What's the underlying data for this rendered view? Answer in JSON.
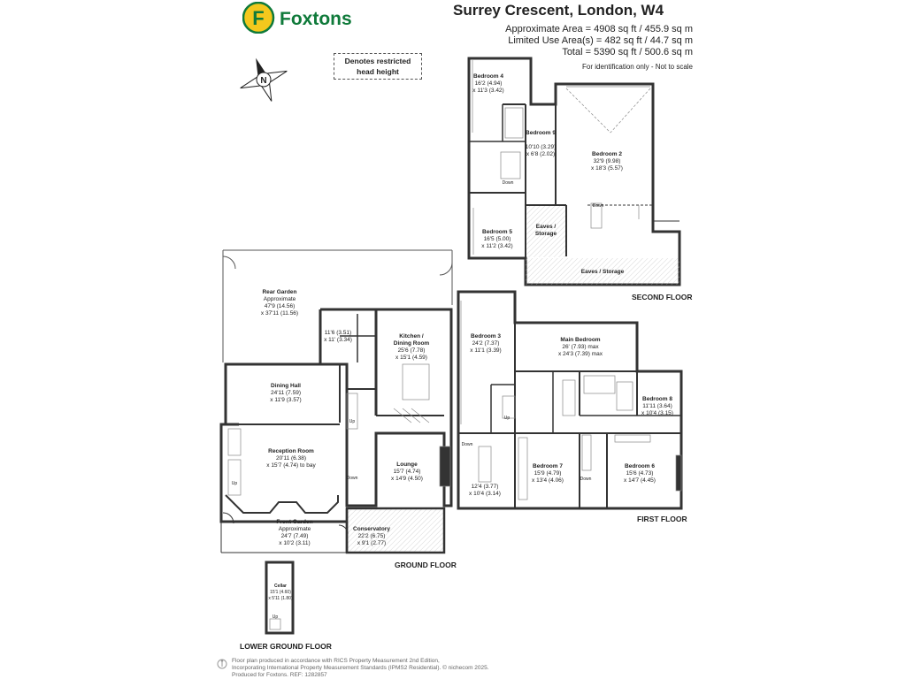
{
  "brand": {
    "name": "Foxtons",
    "logo_letter": "F",
    "color_green": "#0f7a3a",
    "color_yellow": "#f3c81d"
  },
  "property": {
    "title": "Surrey Crescent, London, W4",
    "approx_area": "Approximate Area = 4908 sq ft / 455.9 sq m",
    "limited_use": "Limited Use Area(s) = 482 sq ft / 44.7 sq m",
    "total": "Total = 5390 sq ft / 500.6 sq m",
    "note": "For identification only - Not to scale"
  },
  "compass": {
    "letter": "N"
  },
  "legend": {
    "restricted_line1": "Denotes restricted",
    "restricted_line2": "head height"
  },
  "floors": {
    "second": "SECOND FLOOR",
    "first": "FIRST FLOOR",
    "ground": "GROUND FLOOR",
    "lower_ground": "LOWER GROUND FLOOR"
  },
  "rooms": {
    "bedroom4": {
      "name": "Bedroom 4",
      "dim1": "16'2 (4.94)",
      "dim2": "x 11'3 (3.42)"
    },
    "bedroom9": {
      "name": "Bedroom 9",
      "dim1": "10'10 (3.29)",
      "dim2": "x 6'8 (2.02)"
    },
    "bedroom2": {
      "name": "Bedroom 2",
      "dim1": "32'9 (9.98)",
      "dim2": "x 18'3 (5.57)"
    },
    "bedroom5": {
      "name": "Bedroom 5",
      "dim1": "16'5 (5.00)",
      "dim2": "x 11'2 (3.42)"
    },
    "eaves1": {
      "name1": "Eaves /",
      "name2": "Storage"
    },
    "eaves2": {
      "name": "Eaves / Storage"
    },
    "rear_garden": {
      "name": "Rear Garden",
      "dim0": "Approximate",
      "dim1": "47'9 (14.56)",
      "dim2": "x 37'11 (11.56)"
    },
    "utility": {
      "dim1": "11'6 (3.51)",
      "dim2": "x 11' (3.34)"
    },
    "kitchen": {
      "name1": "Kitchen /",
      "name2": "Dining Room",
      "dim1": "25'6 (7.78)",
      "dim2": "x 15'1 (4.59)"
    },
    "dining_hall": {
      "name": "Dining Hall",
      "dim1": "24'11 (7.59)",
      "dim2": "x 11'9 (3.57)"
    },
    "reception": {
      "name": "Reception Room",
      "dim1": "20'11 (6.38)",
      "dim2": "x 15'7 (4.74) to bay"
    },
    "lounge": {
      "name": "Lounge",
      "dim1": "15'7 (4.74)",
      "dim2": "x 14'9 (4.50)"
    },
    "front_garden": {
      "name": "Front Garden",
      "dim0": "Approximate",
      "dim1": "24'7 (7.49)",
      "dim2": "x 10'2 (3.11)"
    },
    "conservatory": {
      "name": "Conservatory",
      "dim1": "22'2 (6.75)",
      "dim2": "x 9'1 (2.77)"
    },
    "bedroom3": {
      "name": "Bedroom 3",
      "dim1": "24'2 (7.37)",
      "dim2": "x 11'1 (3.39)"
    },
    "main_bedroom": {
      "name": "Main Bedroom",
      "dim1": "26' (7.93) max",
      "dim2": "x 24'3 (7.39) max"
    },
    "bedroom8": {
      "name": "Bedroom 8",
      "dim1": "11'11 (3.64)",
      "dim2": "x 10'4 (3.15)"
    },
    "bedroom7": {
      "name": "Bedroom 7",
      "dim1": "15'9 (4.79)",
      "dim2": "x 13'4 (4.06)"
    },
    "bedroom6": {
      "name": "Bedroom 6",
      "dim1": "15'6 (4.73)",
      "dim2": "x 14'7 (4.45)"
    },
    "first_small": {
      "dim1": "12'4 (3.77)",
      "dim2": "x 10'4 (3.14)"
    },
    "cellar": {
      "name": "Cellar",
      "dim1": "15'1 (4.60)",
      "dim2": "x 5'11 (1.80)"
    }
  },
  "markers": {
    "down": "Down",
    "up": "Up"
  },
  "credits": {
    "line1": "Floor plan produced in accordance with RICS Property Measurement 2nd Edition,",
    "line2": "Incorporating International Property Measurement Standards (IPMS2 Residential).  © nichecom 2025.",
    "line3": "Produced for Foxtons.   REF: 1282857"
  }
}
